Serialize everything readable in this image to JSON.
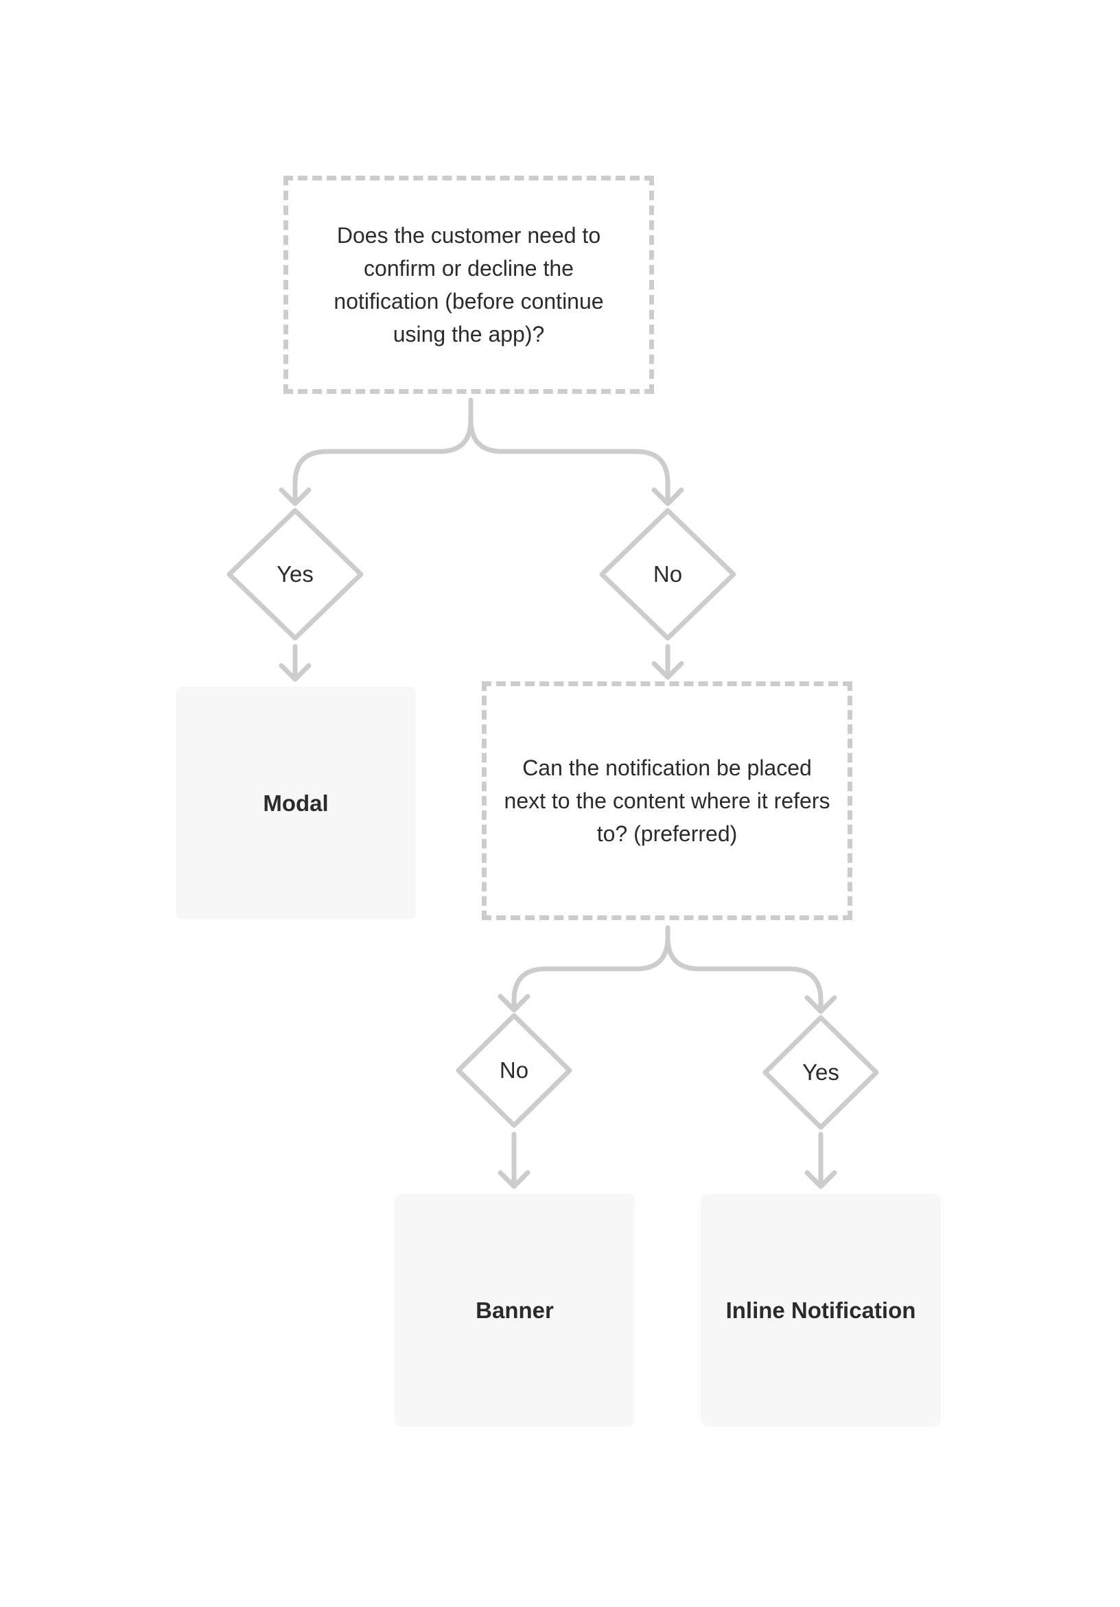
{
  "questions": {
    "q1": "Does the customer need to confirm or decline the notification (before continue using the app)?",
    "q2": "Can the notification be placed next to the content where it refers to? (preferred)"
  },
  "branches": {
    "q1_yes": "Yes",
    "q1_no": "No",
    "q2_no": "No",
    "q2_yes": "Yes"
  },
  "outcomes": {
    "modal": "Modal",
    "banner": "Banner",
    "inline": "Inline Notification"
  },
  "colors": {
    "connector": "#cccccc",
    "text": "#2b2b2b",
    "result_fill": "#f7f7f7",
    "background": "#ffffff"
  }
}
